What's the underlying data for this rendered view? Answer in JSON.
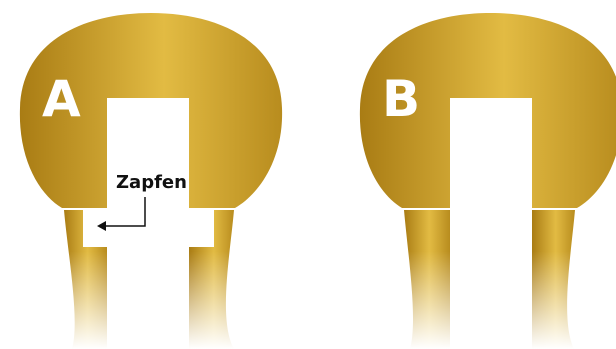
{
  "panels": [
    {
      "label": "A"
    },
    {
      "label": "B"
    }
  ],
  "callout": {
    "text": "Zapfen"
  },
  "colors": {
    "gold_dark": "#b5891b",
    "gold_light": "#e4bd45",
    "outline": "#ffffff",
    "callout": "#111111",
    "background": "#ffffff"
  }
}
